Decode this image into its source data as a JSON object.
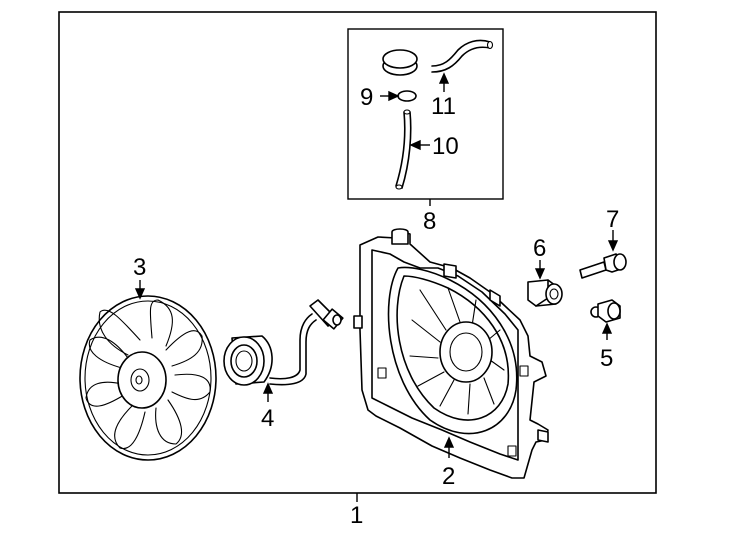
{
  "diagram": {
    "title": "",
    "callouts": [
      {
        "id": "c1",
        "text": "1",
        "part": "cooling-fan-assembly"
      },
      {
        "id": "c2",
        "text": "2",
        "part": "fan-shroud"
      },
      {
        "id": "c3",
        "text": "3",
        "part": "fan-blade"
      },
      {
        "id": "c4",
        "text": "4",
        "part": "fan-motor"
      },
      {
        "id": "c5",
        "text": "5",
        "part": "nut"
      },
      {
        "id": "c6",
        "text": "6",
        "part": "resistor"
      },
      {
        "id": "c7",
        "text": "7",
        "part": "bolt"
      },
      {
        "id": "c8",
        "text": "8",
        "part": "reservoir-kit"
      },
      {
        "id": "c9",
        "text": "9",
        "part": "o-ring"
      },
      {
        "id": "c10",
        "text": "10",
        "part": "tube"
      },
      {
        "id": "c11",
        "text": "11",
        "part": "hose"
      }
    ]
  }
}
